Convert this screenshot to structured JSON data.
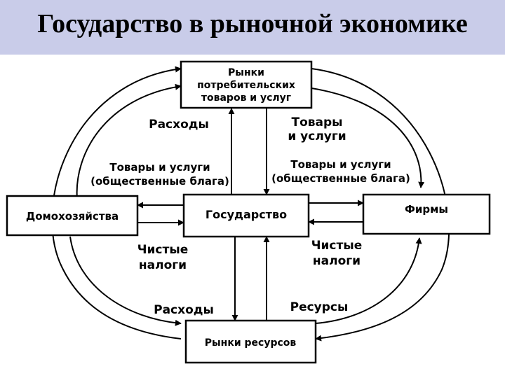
{
  "title": "Государство в рыночной экономике",
  "nodes": {
    "consumer_markets": [
      "Рынки",
      "потребительских",
      "товаров и услуг"
    ],
    "households": "Домохозяйства",
    "state": "Государство",
    "firms": "Фирмы",
    "resource_markets": "Рынки ресурсов"
  },
  "labels": {
    "spending_top": "Расходы",
    "goods_top": [
      "Товары",
      "и услуги"
    ],
    "public_goods_left": [
      "Товары и услуги",
      "(общественные блага)"
    ],
    "public_goods_right": [
      "Товары и услуги",
      "(общественные блага)"
    ],
    "net_taxes_left": [
      "Чистые",
      "налоги"
    ],
    "net_taxes_right": [
      "Чистые",
      "налоги"
    ],
    "spending_bottom": "Расходы",
    "resources": "Ресурсы"
  }
}
